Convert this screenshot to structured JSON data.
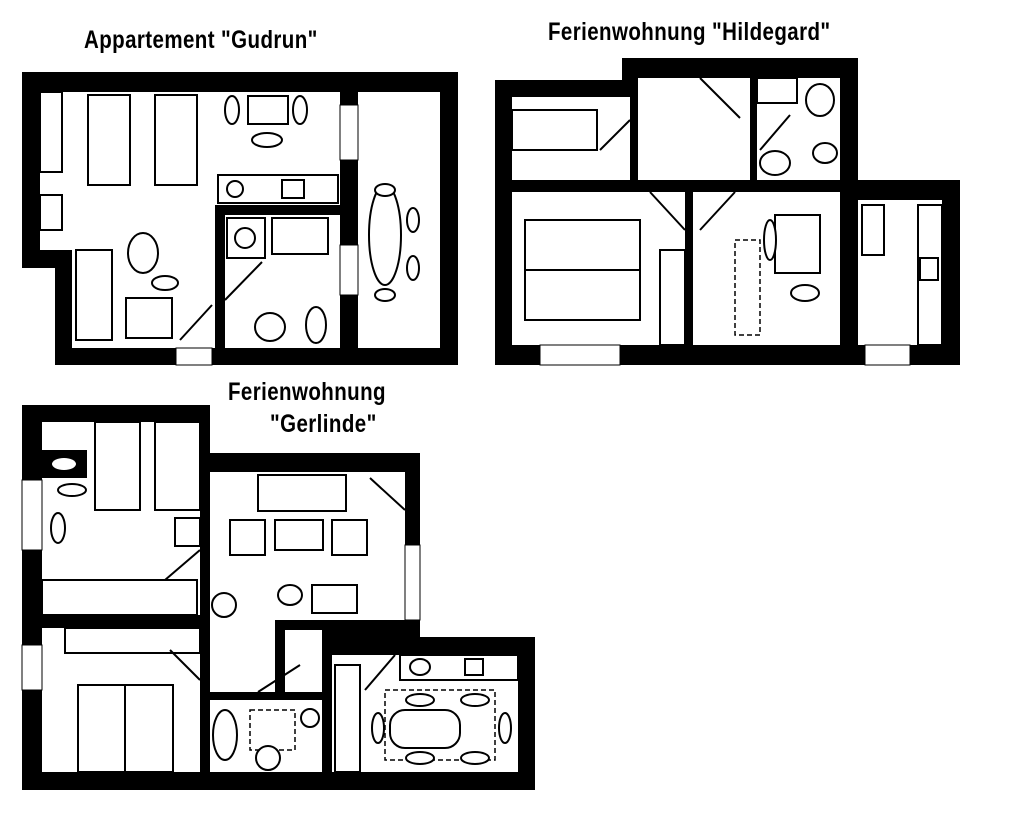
{
  "plans": {
    "gudrun": {
      "title": "Appartement \"Gudrun\""
    },
    "hildegard": {
      "title": "Ferienwohnung \"Hildegard\""
    },
    "gerlinde": {
      "title_line1": "Ferienwohnung",
      "title_line2": "\"Gerlinde\""
    }
  },
  "colors": {
    "wall": "#000000",
    "floor": "#ffffff"
  }
}
